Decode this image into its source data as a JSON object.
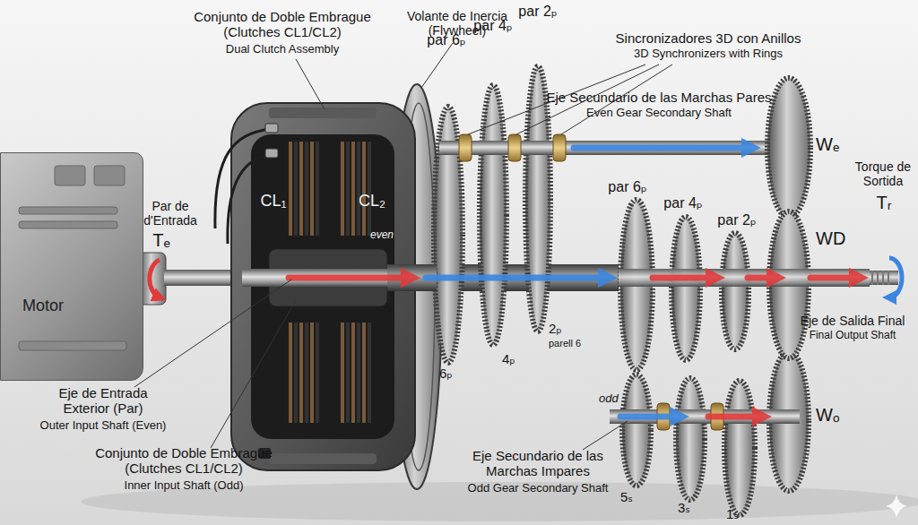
{
  "diagram": {
    "nodes": [
      {
        "text": [
          "Motor"
        ]
      }
    ],
    "labels": [
      "Conjunto de Doble Embrague (Clutches CL1/CL2)",
      "Dual Clutch Assembly",
      "Volante de Inercia (Flywheel)",
      "Sincronizadores 3D con Anillos",
      "3D Synchronizers with Rings",
      "par 6ₚ",
      "par 4ₚ",
      "par 2ₚ",
      "Eje Secundario de las Marchas Pares",
      "Even Gear Secondary Shaft",
      "Wₑ",
      "Par de d'Entrada",
      "Tₑ",
      "CL₁",
      "CL₂",
      "even",
      "Eje de Entrada Exterior (Par)",
      "Outer Input Shaft (Even)",
      "Conjunto de Doble Embrague (Clutches CL1/CL2)",
      "Inner Input Shaft (Odd)",
      "2ₚ",
      "parell 6",
      "4ₚ",
      "6ₚ",
      "par 6ₚ",
      "par 4ₚ",
      "par 2ₚ",
      "WD",
      "Torque de Sortida",
      "Tᵣ",
      "Eje de Salida Final",
      "Final Output Shaft",
      "odd",
      "Wₒ",
      "5ₛ",
      "3ₛ",
      "1ₛ",
      "Eje Secundario de las Marchas Impares",
      "Odd Gear Secondary Shaft"
    ]
  }
}
